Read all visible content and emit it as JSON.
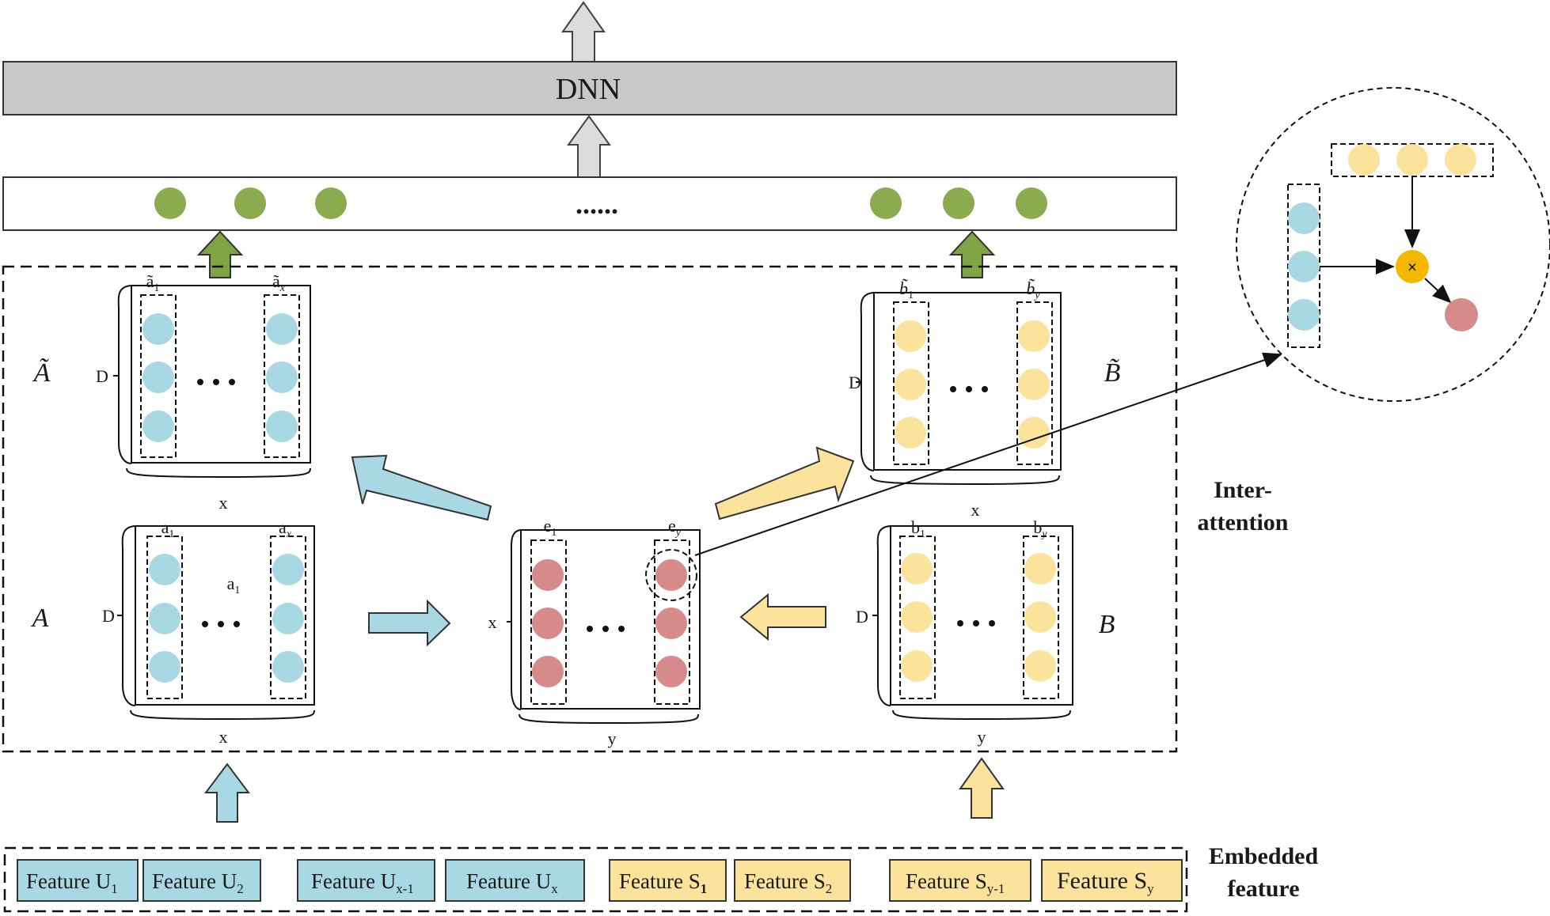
{
  "dnn_label": "DNN",
  "output_layer": {
    "ellipsis": "......"
  },
  "inter_attention": {
    "line1": "Inter-",
    "line2": "attention"
  },
  "embedded": {
    "line1": "Embedded",
    "line2": "feature"
  },
  "matrices": {
    "A_tilde": {
      "name": "Ã",
      "dim_label": "D",
      "width_label": "x",
      "col_first": "ã",
      "col_first_sub": "1",
      "col_last": "ã",
      "col_last_sub": "x"
    },
    "B_tilde": {
      "name": "B̃",
      "dim_label": "D",
      "width_label": "x",
      "col_first": "b̃",
      "col_first_sub": "1",
      "col_last": "b̃",
      "col_last_sub": "y"
    },
    "A": {
      "name": "A",
      "dim_label": "D",
      "width_label": "x",
      "col_first": "a",
      "col_first_sub": "1",
      "col_last": "a",
      "col_last_sub": "x",
      "mid_label": "a",
      "mid_label_sub": "1"
    },
    "E": {
      "dim_label": "x",
      "width_label": "y",
      "col_first": "e",
      "col_first_sub": "1",
      "col_last": "e",
      "col_last_sub": "y"
    },
    "B": {
      "name": "B",
      "dim_label": "D",
      "width_label": "y",
      "col_first": "b",
      "col_first_sub": "1",
      "col_last": "b",
      "col_last_sub": "y"
    }
  },
  "features": [
    {
      "text": "Feature U",
      "sub": "1",
      "color": "#a9d8e5"
    },
    {
      "text": "Feature U",
      "sub": "2",
      "color": "#a9d8e5"
    },
    {
      "text": "Feature U",
      "sub": "x-1",
      "color": "#a9d8e5"
    },
    {
      "text": "Feature U",
      "sub": "x",
      "color": "#a9d8e5"
    },
    {
      "text": "Feature S",
      "sub": "1",
      "color": "#fbe39b"
    },
    {
      "text": "Feature S",
      "sub": "2",
      "color": "#fbe39b"
    },
    {
      "text": "Feature S",
      "sub": "y-1",
      "color": "#fbe39b"
    },
    {
      "text": "Feature S",
      "sub": "y",
      "color": "#fbe39b"
    }
  ],
  "zoom": {
    "operator": "×"
  },
  "colors": {
    "blue": "#a9d8e5",
    "yellow": "#fbe39b",
    "red": "#d68a8a",
    "green": "#8aac4e",
    "gray": "#c8c8ca",
    "orange": "#f5b800"
  }
}
